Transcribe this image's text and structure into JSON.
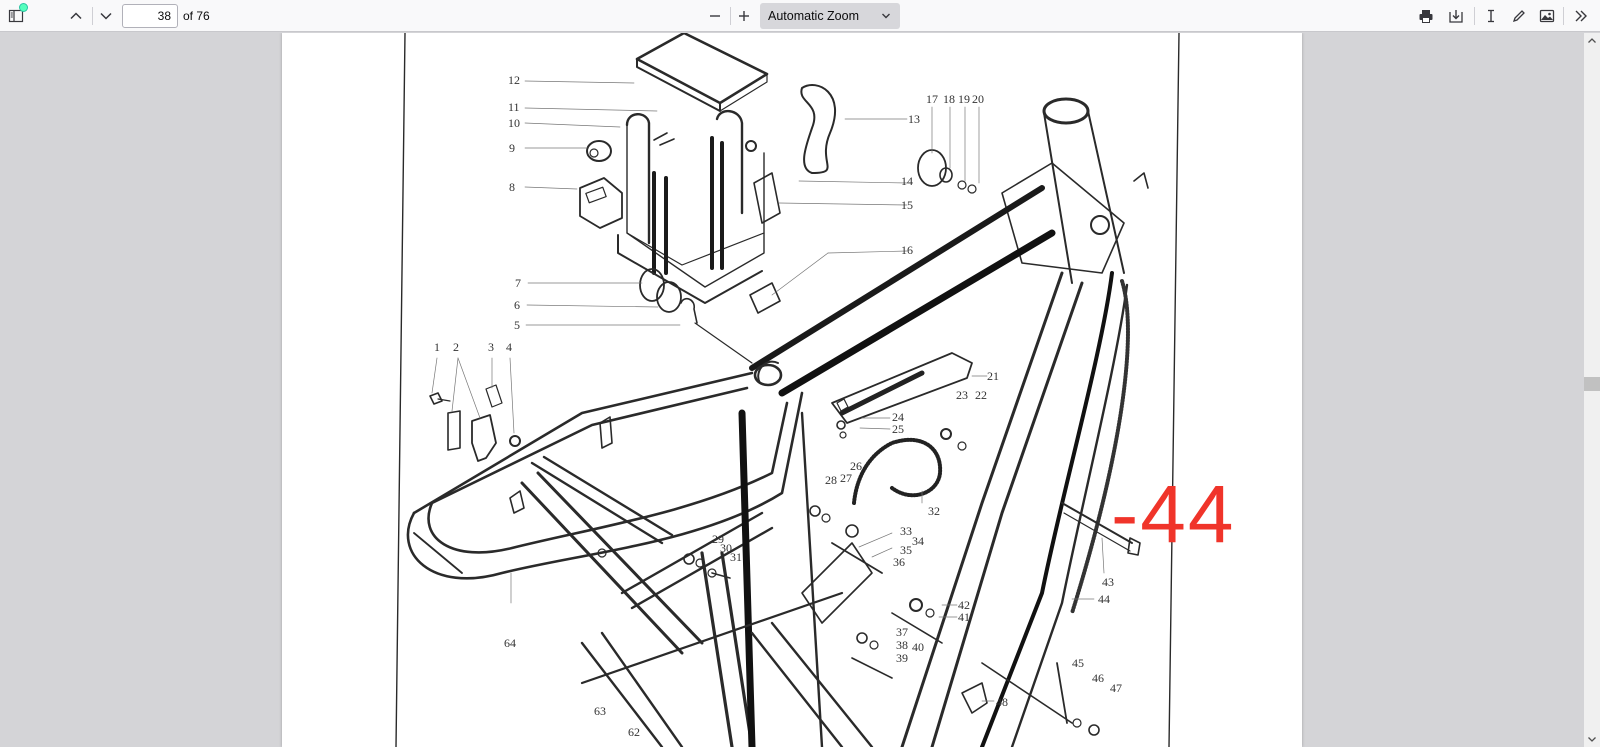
{
  "toolbar": {
    "page_number": "38",
    "page_count_label": "of 76",
    "zoom_label": "Automatic Zoom"
  },
  "document": {
    "labels": [
      "12",
      "11",
      "10",
      "9",
      "8",
      "7",
      "6",
      "5",
      "1",
      "2",
      "3",
      "4",
      "13",
      "14",
      "15",
      "16",
      "17",
      "18",
      "19",
      "20",
      "21",
      "22",
      "23",
      "24",
      "25",
      "26",
      "27",
      "28",
      "29",
      "30",
      "31",
      "32",
      "33",
      "34",
      "35",
      "36",
      "37",
      "38",
      "39",
      "40",
      "41",
      "42",
      "43",
      "44",
      "45",
      "46",
      "47",
      "48",
      "62",
      "63",
      "64"
    ],
    "annotation": "-44",
    "annotation_color": "#f0342a"
  },
  "colors": {
    "toolbar_bg": "#f9f9fa",
    "viewer_bg": "#d4d4d7",
    "page_bg": "#ffffff"
  }
}
